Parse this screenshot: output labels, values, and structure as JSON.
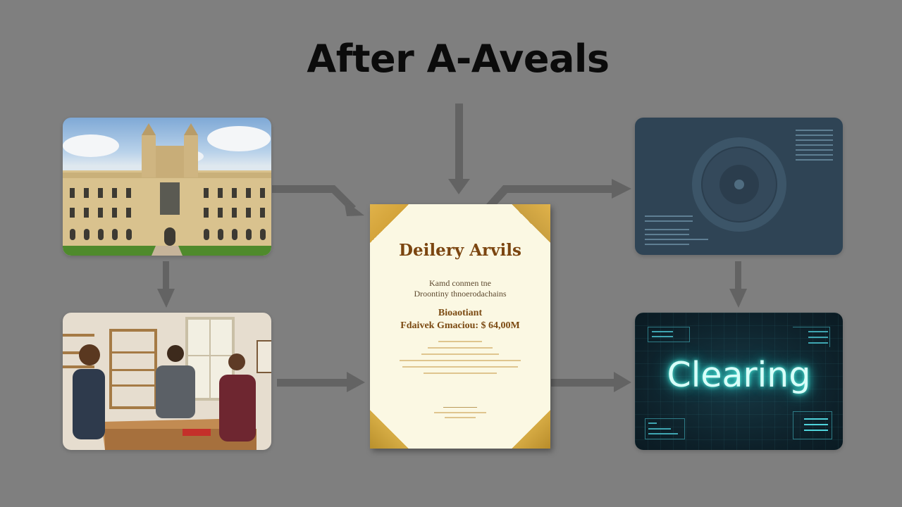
{
  "title": "After A-Aveals",
  "nodes": {
    "university": {
      "label": "university-building-photo",
      "description": "Gothic college building with lawn under blue sky"
    },
    "workshop": {
      "label": "workshop-photo",
      "description": "Three people working at a wooden table"
    },
    "certificate": {
      "heading": "Deilery Arvils",
      "subtitle_line1": "Kamd conmen tne",
      "subtitle_line2": "Droontiny thnoerodachains",
      "amount_label": "Bioaotiant",
      "amount_line": "Fdaivek Gmaciou: $ 64,00M",
      "body_lines": 6,
      "footer_lines": 2
    },
    "dashboard": {
      "label": "target-dashboard-panel"
    },
    "clearing": {
      "label": "Clearing"
    }
  },
  "colors": {
    "background": "#7f7f7f",
    "arrow": "#636363",
    "gold": "#d4a43a",
    "paper": "#fbf8e3",
    "dashboard": "#2f4455",
    "glow": "#4ff0e0"
  }
}
